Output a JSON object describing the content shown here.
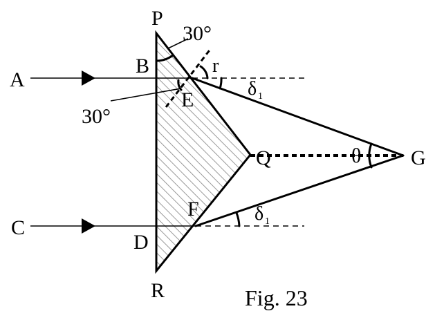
{
  "labels": {
    "P": "P",
    "B": "B",
    "A": "A",
    "E": "E",
    "r": "r",
    "delta_top": "δ",
    "delta_top_sub": "1",
    "angle_top": "30°",
    "angle_left": "30°",
    "Q": "Q",
    "theta": "θ",
    "G": "G",
    "C": "C",
    "D": "D",
    "F": "F",
    "delta_bottom": "δ",
    "delta_bottom_sub": "1",
    "R": "R"
  },
  "caption": "Fig. 23",
  "colors": {
    "ink": "#000000",
    "hatch": "#9a9a9a",
    "background": "#ffffff"
  }
}
